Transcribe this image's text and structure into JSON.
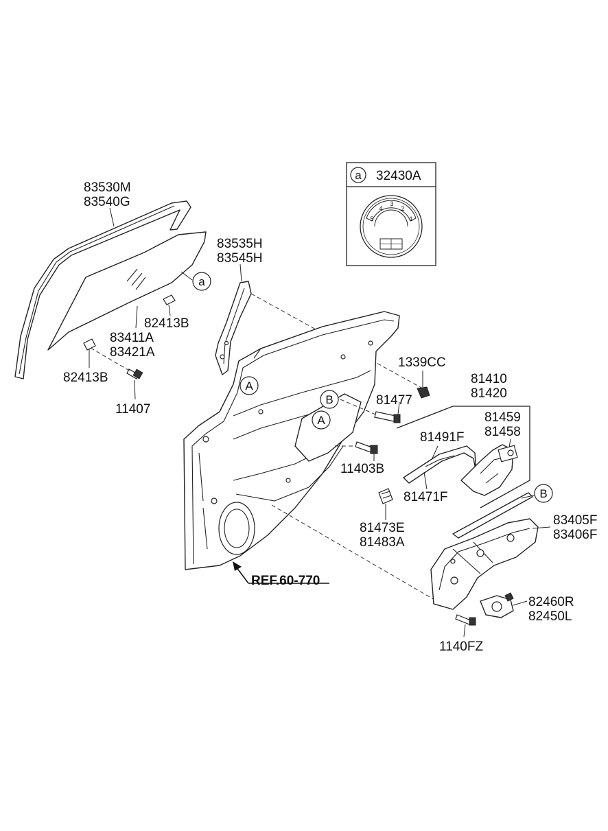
{
  "inset": {
    "marker": "a",
    "part_number": "32430A",
    "dial_numbers": [
      "5",
      "4",
      "3",
      "2",
      "1"
    ]
  },
  "labels": {
    "p83530M": "83530M",
    "p83540G": "83540G",
    "p83535H": "83535H",
    "p83545H": "83545H",
    "p82413B_top": "82413B",
    "p83411A": "83411A",
    "p83421A": "83421A",
    "p82413B_left": "82413B",
    "p11407": "11407",
    "p1339CC": "1339CC",
    "p81410": "81410",
    "p81420": "81420",
    "p81477": "81477",
    "p81459": "81459",
    "p81458": "81458",
    "p81491F": "81491F",
    "p11403B": "11403B",
    "p81471F": "81471F",
    "p83405F": "83405F",
    "p83406F": "83406F",
    "p81473E": "81473E",
    "p81483A": "81483A",
    "ref": "REF.60-770",
    "p82460R": "82460R",
    "p82450L": "82450L",
    "p1140FZ": "1140FZ"
  },
  "callouts": {
    "a_glass": "a",
    "A_door": "A",
    "A_plate": "A",
    "B_plate": "B",
    "B_regulator": "B"
  }
}
